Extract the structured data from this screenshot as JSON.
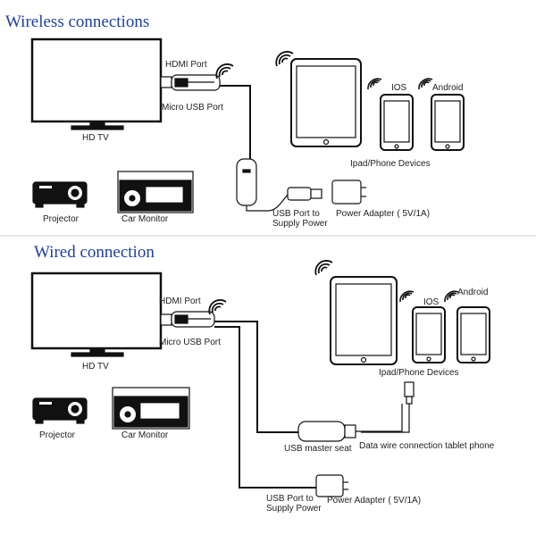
{
  "colors": {
    "heading": "#1f3fa0",
    "line": "#111111",
    "device_fill": "#ffffff"
  },
  "wireless": {
    "title": "Wireless connections",
    "tv_label": "HD TV",
    "hdmi_port": "HDMI Port",
    "micro_usb_port": "Micro USB Port",
    "ios_label": "IOS",
    "android_label": "Android",
    "devices_label": "Ipad/Phone Devices",
    "projector_label": "Projector",
    "car_monitor_label": "Car Monitor",
    "usb_port_line1": "USB Port to",
    "usb_port_line2": "Supply Power",
    "power_adapter": "Power Adapter ( 5V/1A)"
  },
  "wired": {
    "title": "Wired connection",
    "tv_label": "HD TV",
    "hdmi_port": "HDMI Port",
    "micro_usb_port": "Micro USB Port",
    "ios_label": "IOS",
    "android_label": "Android",
    "devices_label": "Ipad/Phone Devices",
    "projector_label": "Projector",
    "car_monitor_label": "Car Monitor",
    "usb_master_seat": "USB master seat",
    "data_wire": "Data wire connection tablet phone",
    "usb_port_line1": "USB Port to",
    "usb_port_line2": "Supply Power",
    "power_adapter": "Power Adapter ( 5V/1A)"
  },
  "icons": [
    "wifi-icon",
    "tv-icon",
    "dongle-icon",
    "tablet-icon",
    "phone-icon",
    "projector-icon",
    "car-monitor-icon",
    "usb-plug-icon",
    "power-adapter-icon"
  ]
}
